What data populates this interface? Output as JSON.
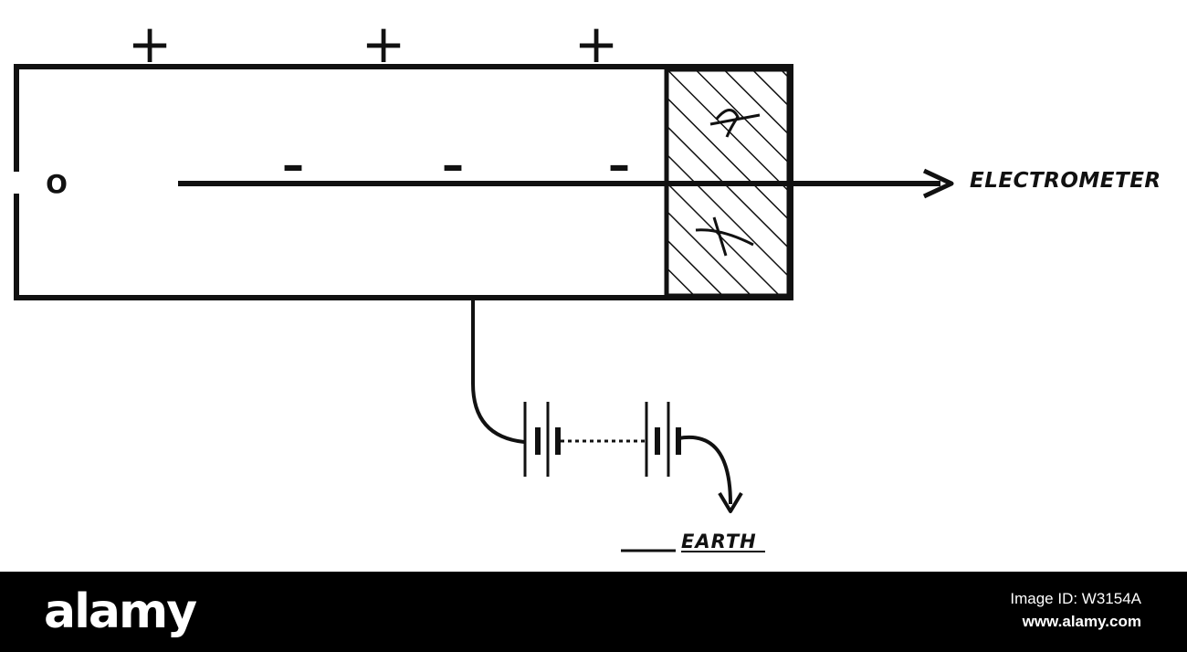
{
  "diagram": {
    "labels": {
      "origin": "O",
      "electrometer": "Electrometer",
      "earth": "Earth"
    },
    "charges": {
      "positive": "+",
      "negative": "–"
    }
  },
  "footer": {
    "logo": "alamy",
    "image_id": "Image ID: W3154A",
    "url": "www.alamy.com"
  },
  "colors": {
    "ink": "#111111",
    "footer_bg": "#000000",
    "footer_text": "#ffffff"
  }
}
